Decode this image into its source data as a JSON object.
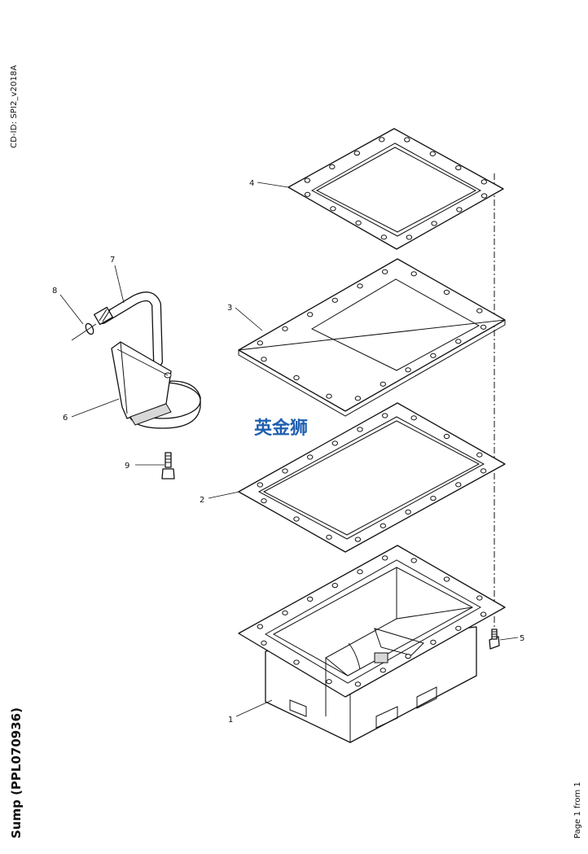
{
  "document": {
    "cd_id": "CD-ID: SPI2_v2018A",
    "title": "Sump (PPL070936)",
    "page_info": "Page 1 from 1",
    "watermark": "英金狮"
  },
  "callouts": [
    {
      "id": "1",
      "label": "1"
    },
    {
      "id": "2",
      "label": "2"
    },
    {
      "id": "3",
      "label": "3"
    },
    {
      "id": "4",
      "label": "4"
    },
    {
      "id": "5",
      "label": "5"
    },
    {
      "id": "6",
      "label": "6"
    },
    {
      "id": "7",
      "label": "7"
    },
    {
      "id": "8",
      "label": "8"
    },
    {
      "id": "9",
      "label": "9"
    }
  ],
  "colors": {
    "line": "#111111",
    "watermark": "#1f5fb0",
    "background": "#ffffff"
  }
}
